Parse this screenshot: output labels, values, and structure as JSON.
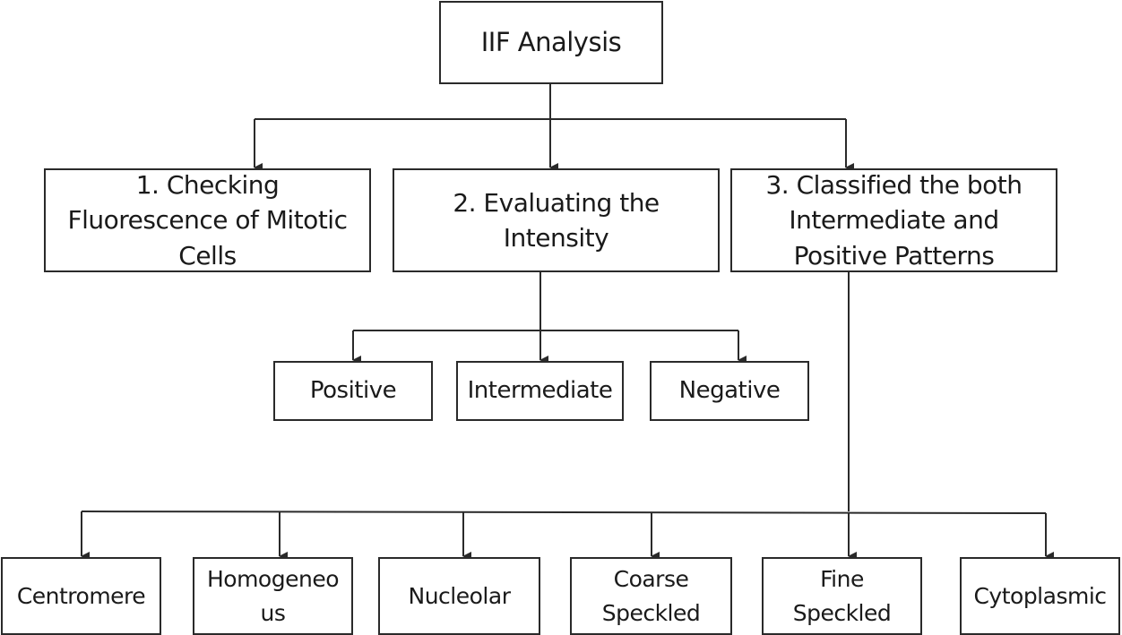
{
  "root": {
    "label": "IIF Analysis"
  },
  "steps": [
    {
      "label": "1. Checking\nFluorescence of Mitotic\nCells"
    },
    {
      "label": "2. Evaluating the\nIntensity"
    },
    {
      "label": "3. Classified the both\nIntermediate and\nPositive Patterns"
    }
  ],
  "intensity": [
    {
      "label": "Positive"
    },
    {
      "label": "Intermediate"
    },
    {
      "label": "Negative"
    }
  ],
  "patterns": [
    {
      "label": "Centromere"
    },
    {
      "label": "Homogeneo\nus"
    },
    {
      "label": "Nucleolar"
    },
    {
      "label": "Coarse\nSpeckled"
    },
    {
      "label": "Fine\nSpeckled"
    },
    {
      "label": "Cytoplasmic"
    }
  ]
}
